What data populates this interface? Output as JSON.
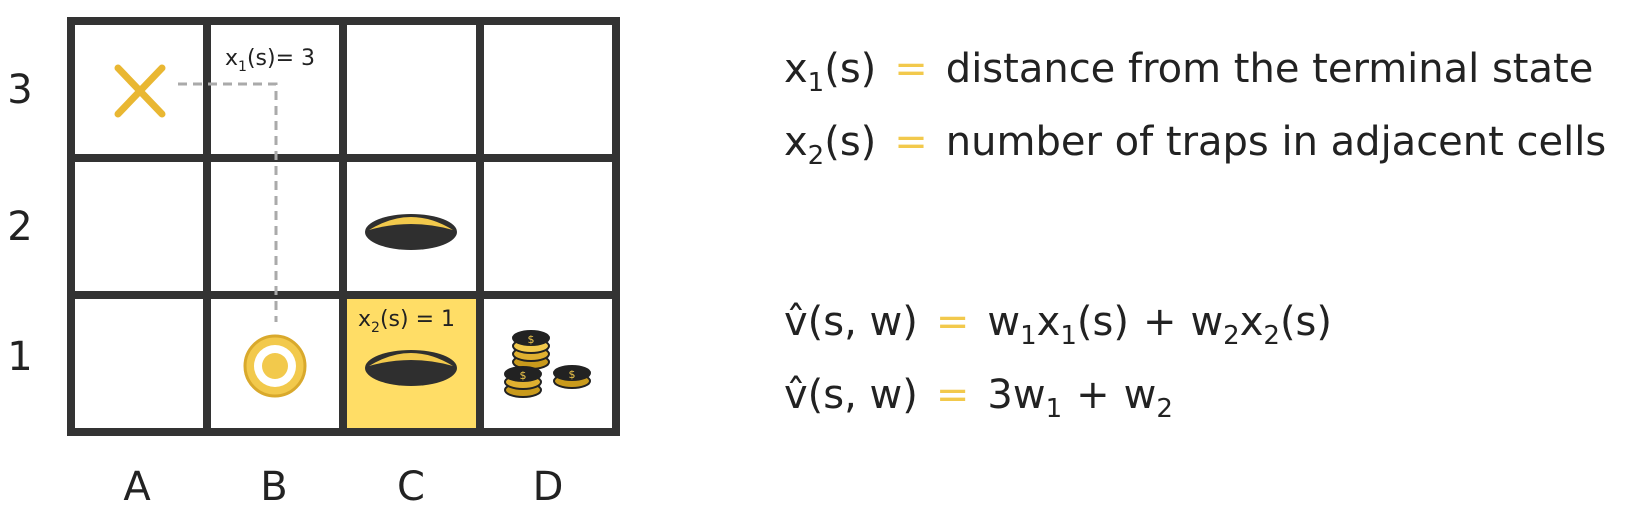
{
  "grid": {
    "row_labels": [
      "3",
      "2",
      "1"
    ],
    "col_labels": [
      "A",
      "B",
      "C",
      "D"
    ],
    "start_icon": "x-mark-icon",
    "agent_icon": "agent-ring-icon",
    "trap_icon": "hole-trap-icon",
    "treasure_icon": "coin-stacks-icon",
    "annotation_x1": {
      "var": "x",
      "sub": "1",
      "rest": "(s)= 3"
    },
    "annotation_x2": {
      "var": "x",
      "sub": "2",
      "rest": "(s) = 1"
    },
    "colors": {
      "grid_line": "#333333",
      "accent": "#f2c94c",
      "highlight_cell": "#ffdd66",
      "trap": "#2f2f2f",
      "path": "#aaaaaa"
    }
  },
  "definitions": {
    "x1": {
      "var": "x",
      "sub": "1",
      "paren": "(s)",
      "eq": "=",
      "text": "distance from the terminal state"
    },
    "x2": {
      "var": "x",
      "sub": "2",
      "paren": "(s)",
      "eq": "=",
      "text": "number of traps in adjacent cells"
    }
  },
  "equations": {
    "line1": {
      "lhs": "v̂(s, w)",
      "eq": "=",
      "w1": "w",
      "w1_sub": "1",
      "x1": "x",
      "x1_sub": "1",
      "x1_arg": "(s)",
      "plus": "+",
      "w2": "w",
      "w2_sub": "2",
      "x2": "x",
      "x2_sub": "2",
      "x2_arg": "(s)"
    },
    "line2": {
      "lhs": "v̂(s, w)",
      "eq": "=",
      "coef": "3",
      "w1": "w",
      "w1_sub": "1",
      "plus": "+",
      "w2": "w",
      "w2_sub": "2"
    }
  }
}
